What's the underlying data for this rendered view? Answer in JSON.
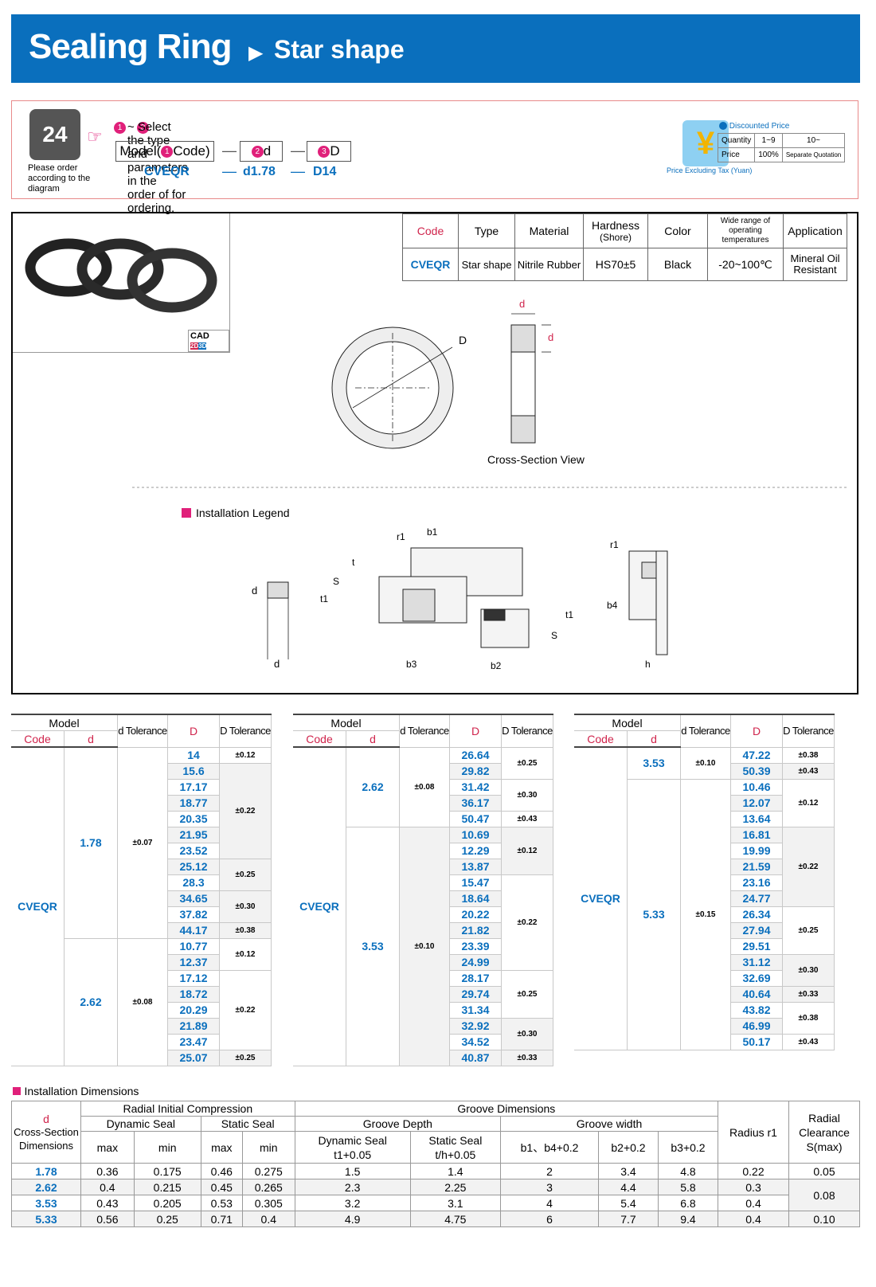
{
  "header": {
    "title": "Sealing Ring",
    "arrow": "▶",
    "subtitle": "Star shape"
  },
  "order": {
    "phone_label": "24",
    "phone_text": "Please order according to the diagram",
    "instruction": "~ Select the type and parameters in the order of for ordering.",
    "n1": "1",
    "n2": "2",
    "n3": "3",
    "box1_pre": "Model(",
    "box1_post": "Code)",
    "box2": "d",
    "box3": "D",
    "dash": "—",
    "example": {
      "code": "CVEQR",
      "d": "d1.78",
      "D": "D14"
    }
  },
  "price": {
    "yen": "¥",
    "title": "Discounted Price",
    "note": "Price Excluding Tax (Yuan)",
    "quantity_label": "Quantity",
    "q1": "1~9",
    "q2": "10~",
    "price_label": "Price",
    "p1": "100%",
    "p2": "Separate Quotation"
  },
  "product": {
    "cad": "CAD",
    "cad2d": "2D",
    "cad3d": "3D"
  },
  "spec": {
    "headers": {
      "code": "Code",
      "type": "Type",
      "material": "Material",
      "hardness": "Hardness",
      "hardness2": "(Shore)",
      "color": "Color",
      "temp": "Wide range of",
      "temp2": "operating temperatures",
      "application": "Application"
    },
    "row": {
      "code": "CVEQR",
      "type": "Star shape",
      "material": "Nitrile Rubber",
      "hardness": "HS70±5",
      "color": "Black",
      "temp": "-20~100℃",
      "application": "Mineral Oil Resistant"
    }
  },
  "drawing": {
    "D": "D",
    "d": "d",
    "cross_section": "Cross-Section View",
    "legend": "Installation Legend",
    "b1": "b1",
    "b2": "b2",
    "b3": "b3",
    "b4": "b4",
    "r1": "r1",
    "t": "t",
    "t1": "t1",
    "S": "S",
    "h": "h"
  },
  "table_headers": {
    "model": "Model",
    "code": "Code",
    "d": "d",
    "d_tol": "d Tolerance",
    "D": "D",
    "D_tol": "D Tolerance"
  },
  "tables": [
    {
      "code": "CVEQR",
      "groups": [
        {
          "d": "1.78",
          "dtol": "±0.07",
          "rows": 12,
          "tols": [
            {
              "v": "±0.12",
              "n": 1
            },
            {
              "v": "±0.22",
              "n": 6
            },
            {
              "v": "±0.25",
              "n": 2
            },
            {
              "v": "±0.30",
              "n": 2
            },
            {
              "v": "±0.38",
              "n": 1
            }
          ]
        },
        {
          "d": "2.62",
          "dtol": "±0.08",
          "rows": 8,
          "tols": [
            {
              "v": "±0.12",
              "n": 2
            },
            {
              "v": "±0.22",
              "n": 5
            },
            {
              "v": "±0.25",
              "n": 1
            }
          ]
        }
      ],
      "D": [
        "14",
        "15.6",
        "17.17",
        "18.77",
        "20.35",
        "21.95",
        "23.52",
        "25.12",
        "28.3",
        "34.65",
        "37.82",
        "44.17",
        "10.77",
        "12.37",
        "17.12",
        "18.72",
        "20.29",
        "21.89",
        "23.47",
        "25.07"
      ]
    },
    {
      "code": "CVEQR",
      "groups": [
        {
          "d": "2.62",
          "dtol": "±0.08",
          "rows": 5,
          "tols": [
            {
              "v": "±0.25",
              "n": 2
            },
            {
              "v": "±0.30",
              "n": 2
            },
            {
              "v": "±0.43",
              "n": 1
            }
          ]
        },
        {
          "d": "3.53",
          "dtol": "±0.10",
          "rows": 15,
          "tols": [
            {
              "v": "±0.12",
              "n": 3
            },
            {
              "v": "±0.22",
              "n": 6
            },
            {
              "v": "±0.25",
              "n": 3
            },
            {
              "v": "±0.30",
              "n": 2
            },
            {
              "v": "±0.33",
              "n": 1
            }
          ]
        }
      ],
      "D": [
        "26.64",
        "29.82",
        "31.42",
        "36.17",
        "50.47",
        "10.69",
        "12.29",
        "13.87",
        "15.47",
        "18.64",
        "20.22",
        "21.82",
        "23.39",
        "24.99",
        "28.17",
        "29.74",
        "31.34",
        "32.92",
        "34.52",
        "40.87"
      ]
    },
    {
      "code": "CVEQR",
      "groups": [
        {
          "d": "3.53",
          "dtol": "±0.10",
          "rows": 2,
          "tols": [
            {
              "v": "±0.38",
              "n": 1
            },
            {
              "v": "±0.43",
              "n": 1
            }
          ]
        },
        {
          "d": "5.33",
          "dtol": "±0.15",
          "rows": 17,
          "tols": [
            {
              "v": "±0.12",
              "n": 3
            },
            {
              "v": "±0.22",
              "n": 5
            },
            {
              "v": "±0.25",
              "n": 3
            },
            {
              "v": "±0.30",
              "n": 2
            },
            {
              "v": "±0.33",
              "n": 1
            },
            {
              "v": "±0.38",
              "n": 2
            },
            {
              "v": "±0.43",
              "n": 1
            }
          ]
        }
      ],
      "D": [
        "47.22",
        "50.39",
        "10.46",
        "12.07",
        "13.64",
        "16.81",
        "19.99",
        "21.59",
        "23.16",
        "24.77",
        "26.34",
        "27.94",
        "29.51",
        "31.12",
        "32.69",
        "40.64",
        "43.82",
        "46.99",
        "50.17"
      ]
    }
  ],
  "install": {
    "title": "Installation Dimensions",
    "h": {
      "d": "d",
      "cross": "Cross-Section Dimensions",
      "radial": "Radial Initial Compression",
      "groove": "Groove Dimensions",
      "dynamic": "Dynamic Seal",
      "static": "Static Seal",
      "depth": "Groove Depth",
      "width": "Groove width",
      "radius": "Radius r1",
      "clear": "Radial Clearance",
      "clear2": "S(max)",
      "max": "max",
      "min": "min",
      "t1": "t1+0.05",
      "th": "t/h+0.05",
      "b1": "b1、b4+0.2",
      "b2": "b2+0.2",
      "b3": "b3+0.2"
    },
    "rows": [
      [
        "1.78",
        "0.36",
        "0.175",
        "0.46",
        "0.275",
        "1.5",
        "1.4",
        "2",
        "3.4",
        "4.8",
        "0.22",
        "0.05"
      ],
      [
        "2.62",
        "0.4",
        "0.215",
        "0.45",
        "0.265",
        "2.3",
        "2.25",
        "3",
        "4.4",
        "5.8",
        "0.3",
        "0.08"
      ],
      [
        "3.53",
        "0.43",
        "0.205",
        "0.53",
        "0.305",
        "3.2",
        "3.1",
        "4",
        "5.4",
        "6.8",
        "0.4",
        ""
      ],
      [
        "5.33",
        "0.56",
        "0.25",
        "0.71",
        "0.4",
        "4.9",
        "4.75",
        "6",
        "7.7",
        "9.4",
        "0.4",
        "0.10"
      ]
    ]
  }
}
